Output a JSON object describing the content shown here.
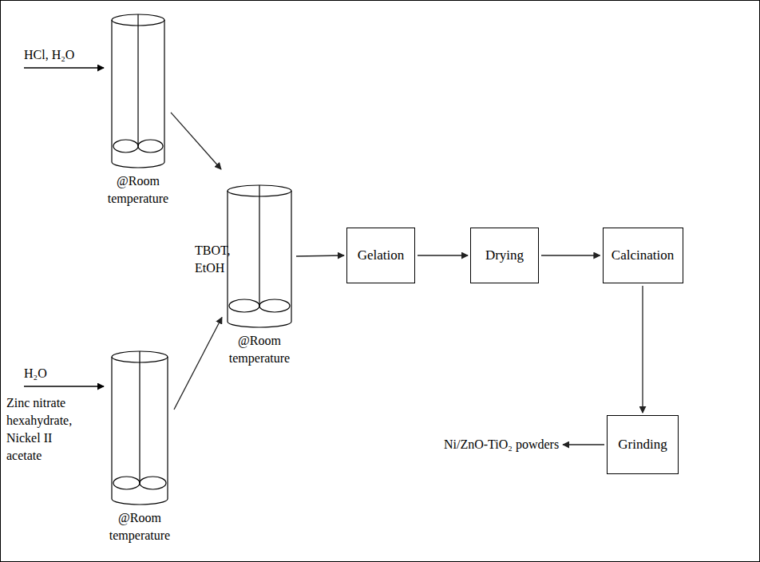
{
  "diagram": {
    "nodes": [
      {
        "text": [
          "@Room temperature"
        ]
      },
      {
        "text": [
          "@Room temperature"
        ]
      },
      {
        "text": [
          "@Room temperature"
        ]
      },
      {
        "text": [
          "Gelation"
        ]
      },
      {
        "text": [
          "Drying"
        ]
      },
      {
        "text": [
          "Calcination"
        ]
      },
      {
        "text": [
          "Grinding"
        ]
      }
    ],
    "edges": [
      {
        "from": 0,
        "to": 1,
        "arrow": "to"
      },
      {
        "from": 2,
        "to": 1,
        "arrow": "to"
      },
      {
        "from": 1,
        "to": 3,
        "arrow": "to"
      },
      {
        "from": 3,
        "to": 4,
        "arrow": "to"
      },
      {
        "from": 4,
        "to": 5,
        "arrow": "to"
      },
      {
        "from": 5,
        "to": 6,
        "arrow": "to"
      }
    ],
    "labels": [
      "HCl, H₂O",
      "TBOT, EtOH",
      "H₂O",
      "Zinc nitrate hexahydrate, Nickel II acetate",
      "Ni/ZnO-TiO₂ powders"
    ]
  }
}
